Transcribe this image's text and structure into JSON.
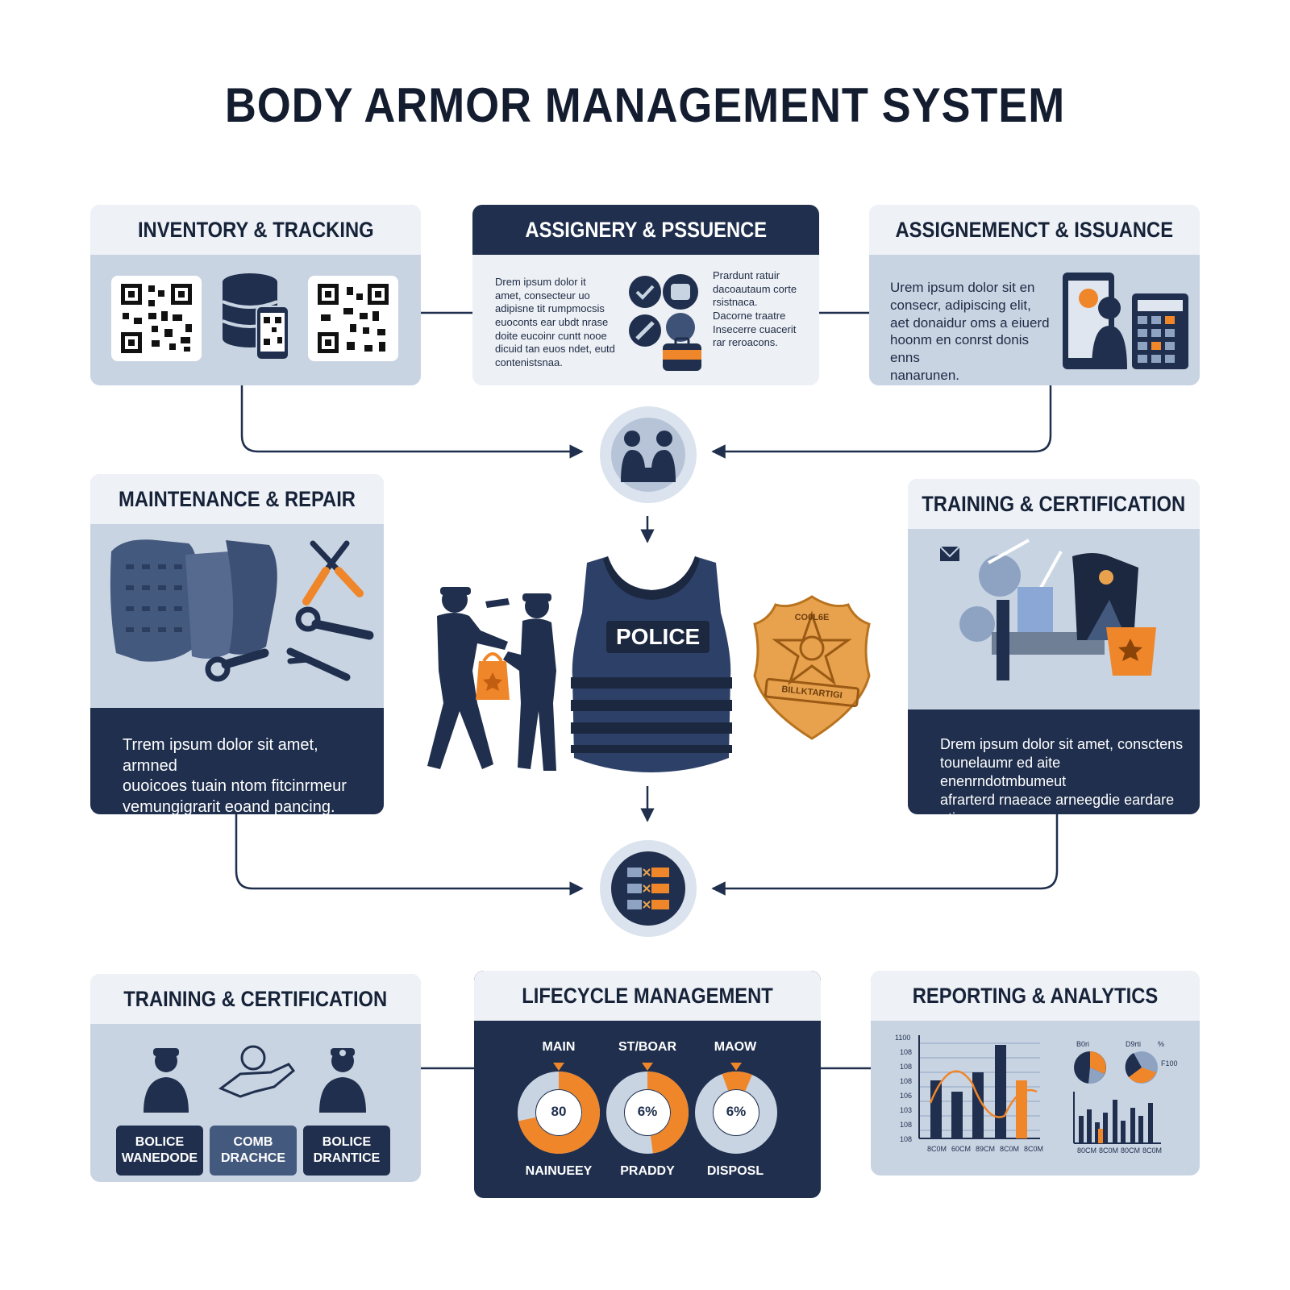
{
  "title": "BODY ARMOR MANAGEMENT SYSTEM",
  "cards": {
    "inventory": {
      "heading": "INVENTORY & TRACKING"
    },
    "assignery": {
      "heading": "ASSIGNERY & PSSUENCE",
      "text_left": "Drem ipsum dolor it\namet, consecteur uo\nadipisne tit rumpmocsis\neuoconts ear ubdt nrase\ndoite eucoinr cuntt nooe\ndicuid tan euos ndet,  eutd\ncontenistsnaa.",
      "text_right": "Prardunt ratuir\ndacoautaum corte\nrsistnaca.\nDacorne traatre\nInsecerre cuacerit\nrar reroacons."
    },
    "assignment": {
      "heading": "ASSIGNEMENCT & ISSUANCE",
      "text": "Urem ipsum dolor sit en\nconsecr, adipiscing elit,\naet donaidur oms a eiuerd\nhoonm en conrst donis enns\nnanarunen."
    },
    "maintenance": {
      "heading": "MAINTENANCE & REPAIR",
      "text": "Trrem ipsum dolor sit amet, armned\nouoicoes tuain ntom fitcinrmeur\nvemungigrarit eoand pancing."
    },
    "training_right": {
      "heading": "TRAINING & CERTIFICATION",
      "text": "Drem ipsum dolor sit amet, consctens\ntounelaumr ed aite enenrndotmbumeut\nafrarterd rnaeace arneegdie eardare\ngtiures."
    },
    "training_bottom": {
      "heading": "TRAINING & CERTIFICATION",
      "buttons": [
        "BOLICE\nWANEDODE",
        "COMB\nDRACHCE",
        "BOLICE\nDRANTICE"
      ]
    },
    "lifecycle": {
      "heading": "LIFECYCLE MANAGEMENT",
      "top_labels": [
        "MAIN",
        "ST/BOAR",
        "MAOW"
      ],
      "values": [
        "80",
        "6%",
        "6%"
      ],
      "bottom_labels": [
        "NAINUEEY",
        "PRADDY",
        "DISPOSL"
      ]
    },
    "reporting": {
      "heading": "REPORTING & ANALYTICS",
      "y_ticks": [
        "1100",
        "108",
        "108",
        "108",
        "106",
        "103",
        "108",
        "108"
      ],
      "x_ticks": [
        "8C0M",
        "60CM",
        "89CM",
        "8C0M",
        "8C0M"
      ],
      "small_x_ticks": [
        "80CM",
        "8C0M",
        "80CM",
        "8C0M"
      ],
      "pie_labels": [
        "B0ri",
        "D9rti",
        "%",
        "F100"
      ]
    }
  },
  "center": {
    "vest_label": "POLICE",
    "badge_top": "CO0L6E",
    "badge_banner": "BILLKTARTIGI"
  },
  "colors": {
    "navy": "#1f2f4d",
    "orange": "#f0862a",
    "light": "#c9d4e3",
    "header": "#eef1f6"
  }
}
